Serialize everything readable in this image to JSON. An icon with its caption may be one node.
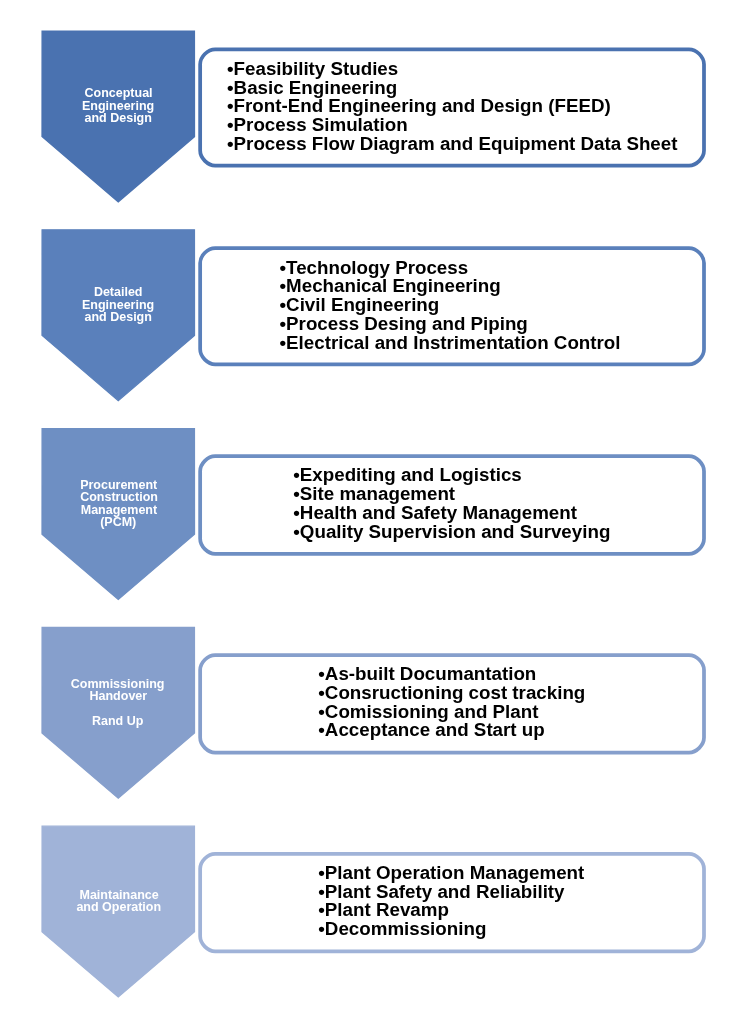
{
  "diagram": {
    "nodes": [
      {
        "text": [
          "Conceptual Engineering and Design"
        ]
      },
      {
        "text": [
          "•Feasibility Studies",
          "•Basic Engineering",
          "•Front-End Engineering and Design (FEED)",
          "•Process Simulation",
          "•Process Flow Diagram and Equipment Data Sheet"
        ]
      },
      {
        "text": [
          "Detailed Engineering and Design"
        ]
      },
      {
        "text": [
          "•Technology Process",
          "•Mechanical Engineering",
          "•Civil Engineering",
          "•Process Desing and Piping",
          "•Electrical and Instrimentation Control"
        ]
      },
      {
        "text": [
          "Procurement Construction Management (PCM)"
        ]
      },
      {
        "text": [
          "•Expediting and Logistics",
          "•Site management",
          "•Health and Safety Management",
          "•Quality Supervision and Surveying"
        ]
      },
      {
        "text": [
          "Commissioning Handover",
          "Rand Up"
        ]
      },
      {
        "text": [
          "•As-built Documantation",
          "•Consructioning cost tracking",
          "•Comissioning and Plant",
          "•Acceptance and Start up"
        ]
      },
      {
        "text": [
          "Maintainance and Operation"
        ]
      },
      {
        "text": [
          "•Plant Operation Management",
          "•Plant Safety and Reliability",
          "•Plant Revamp",
          "•Decommissioning"
        ]
      }
    ],
    "edges": []
  }
}
